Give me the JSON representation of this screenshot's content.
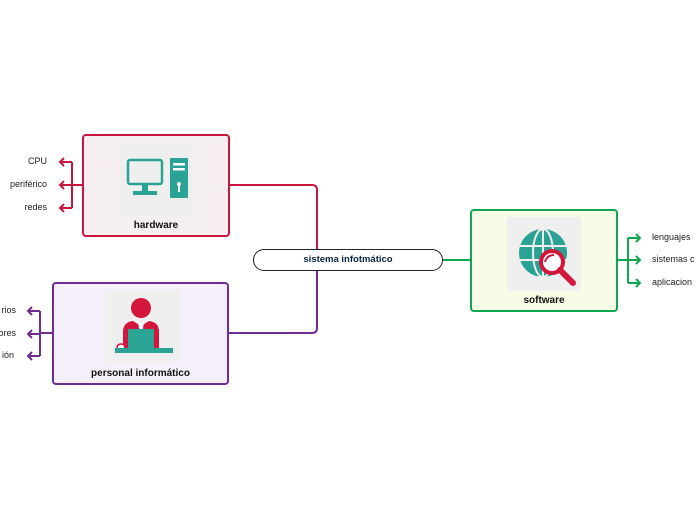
{
  "center": {
    "label": "sistema infotmático"
  },
  "colors": {
    "hardware": "#c8163f",
    "personal": "#6b2d90",
    "software": "#10a84f",
    "teal": "#2aa394",
    "red": "#d3163c"
  },
  "branches": {
    "hardware": {
      "title": "hardware",
      "icon": "computer-icon",
      "children": [
        "CPU",
        "periférico",
        "redes"
      ]
    },
    "personal": {
      "title": "personal informático",
      "icon": "user-at-computer-icon",
      "children": [
        "rios",
        "ores",
        "ión"
      ]
    },
    "software": {
      "title": "software",
      "icon": "globe-search-icon",
      "children": [
        "lenguajes",
        "sistemas c",
        "aplicacion"
      ]
    }
  }
}
